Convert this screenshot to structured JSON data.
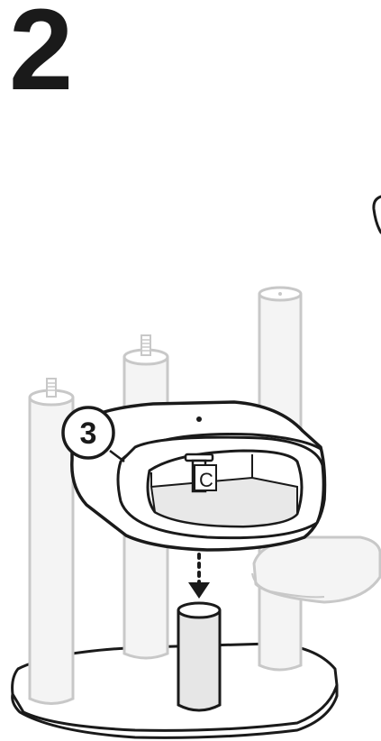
{
  "step": {
    "number": "2"
  },
  "callout": {
    "number": "3"
  },
  "part_label": "C",
  "colors": {
    "ink": "#1a1a1a",
    "faded_part": "#c8c8c8",
    "faded_fill": "#f4f4f4",
    "inner_wall": "#e8e8e8",
    "dowel_fill": "#e6e6e6"
  }
}
